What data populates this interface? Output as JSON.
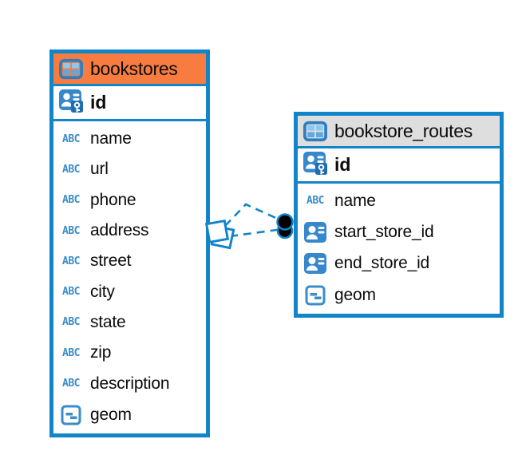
{
  "canvas": {
    "background": "#ffffff"
  },
  "colors": {
    "table_border": "#1285c9",
    "bookstores_header_bg": "#f87c40",
    "routes_header_bg": "#dedede",
    "field_icon_blue": "#3688cc",
    "abc_icon_blue": "#3a8dc9",
    "connector_blue": "#1285c9",
    "connector_dot": "#000000"
  },
  "type_labels": {
    "text": "ABC"
  },
  "tables": [
    {
      "name": "bookstores",
      "icon": "table-icon",
      "primary_key": {
        "label": "id",
        "icon": "primary-key-icon"
      },
      "fields": [
        {
          "label": "name",
          "icon": "text-type-icon"
        },
        {
          "label": "url",
          "icon": "text-type-icon"
        },
        {
          "label": "phone",
          "icon": "text-type-icon"
        },
        {
          "label": "address",
          "icon": "text-type-icon"
        },
        {
          "label": "street",
          "icon": "text-type-icon"
        },
        {
          "label": "city",
          "icon": "text-type-icon"
        },
        {
          "label": "state",
          "icon": "text-type-icon"
        },
        {
          "label": "zip",
          "icon": "text-type-icon"
        },
        {
          "label": "description",
          "icon": "text-type-icon"
        },
        {
          "label": "geom",
          "icon": "geometry-type-icon"
        }
      ]
    },
    {
      "name": "bookstore_routes",
      "icon": "table-icon",
      "primary_key": {
        "label": "id",
        "icon": "primary-key-icon"
      },
      "fields": [
        {
          "label": "name",
          "icon": "text-type-icon"
        },
        {
          "label": "start_store_id",
          "icon": "reference-type-icon"
        },
        {
          "label": "end_store_id",
          "icon": "reference-type-icon"
        },
        {
          "label": "geom",
          "icon": "geometry-type-icon"
        }
      ]
    }
  ],
  "connector": {
    "style": "dashed",
    "line_count": 2,
    "left_marker": "stacked-squares",
    "right_marker": "stacked-dots"
  }
}
